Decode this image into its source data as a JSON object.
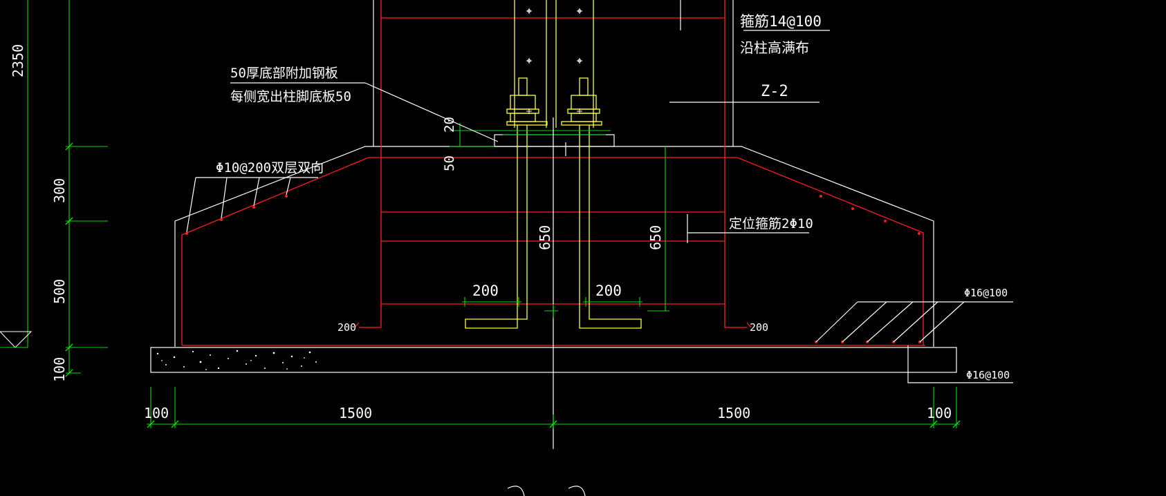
{
  "colors": {
    "background": "#000000",
    "concrete_outline": "#ffffff",
    "rebar": "#ff1f1f",
    "dimension": "#00e000",
    "anchor_bolt": "#ffff33",
    "text": "#ffffff"
  },
  "drawing": {
    "title": "Z-2",
    "annotations": {
      "stirrup_spec": "箍筋14@100",
      "stirrup_note": "沿柱高满布",
      "base_plate_line1": "50厚底部附加钢板",
      "base_plate_line2": "每侧宽出柱脚底板50",
      "slope_rebar": "Φ10@200双层双向",
      "positioning_stirrup": "定位箍筋2Φ10",
      "bottom_rebar_upper": "Φ16@100",
      "bottom_rebar_lower": "Φ16@100",
      "hook_left": "200",
      "hook_right": "200"
    },
    "dimensions": {
      "left_2350": "2350",
      "left_300": "300",
      "left_500": "500",
      "left_100": "100",
      "plate_20": "20",
      "plate_50": "50",
      "bolt_650_a": "650",
      "bolt_650_b": "650",
      "hook_200_left": "200",
      "hook_200_right": "200",
      "bottom_100_left": "100",
      "bottom_1500_left": "1500",
      "bottom_1500_right": "1500",
      "bottom_100_right": "100"
    }
  }
}
